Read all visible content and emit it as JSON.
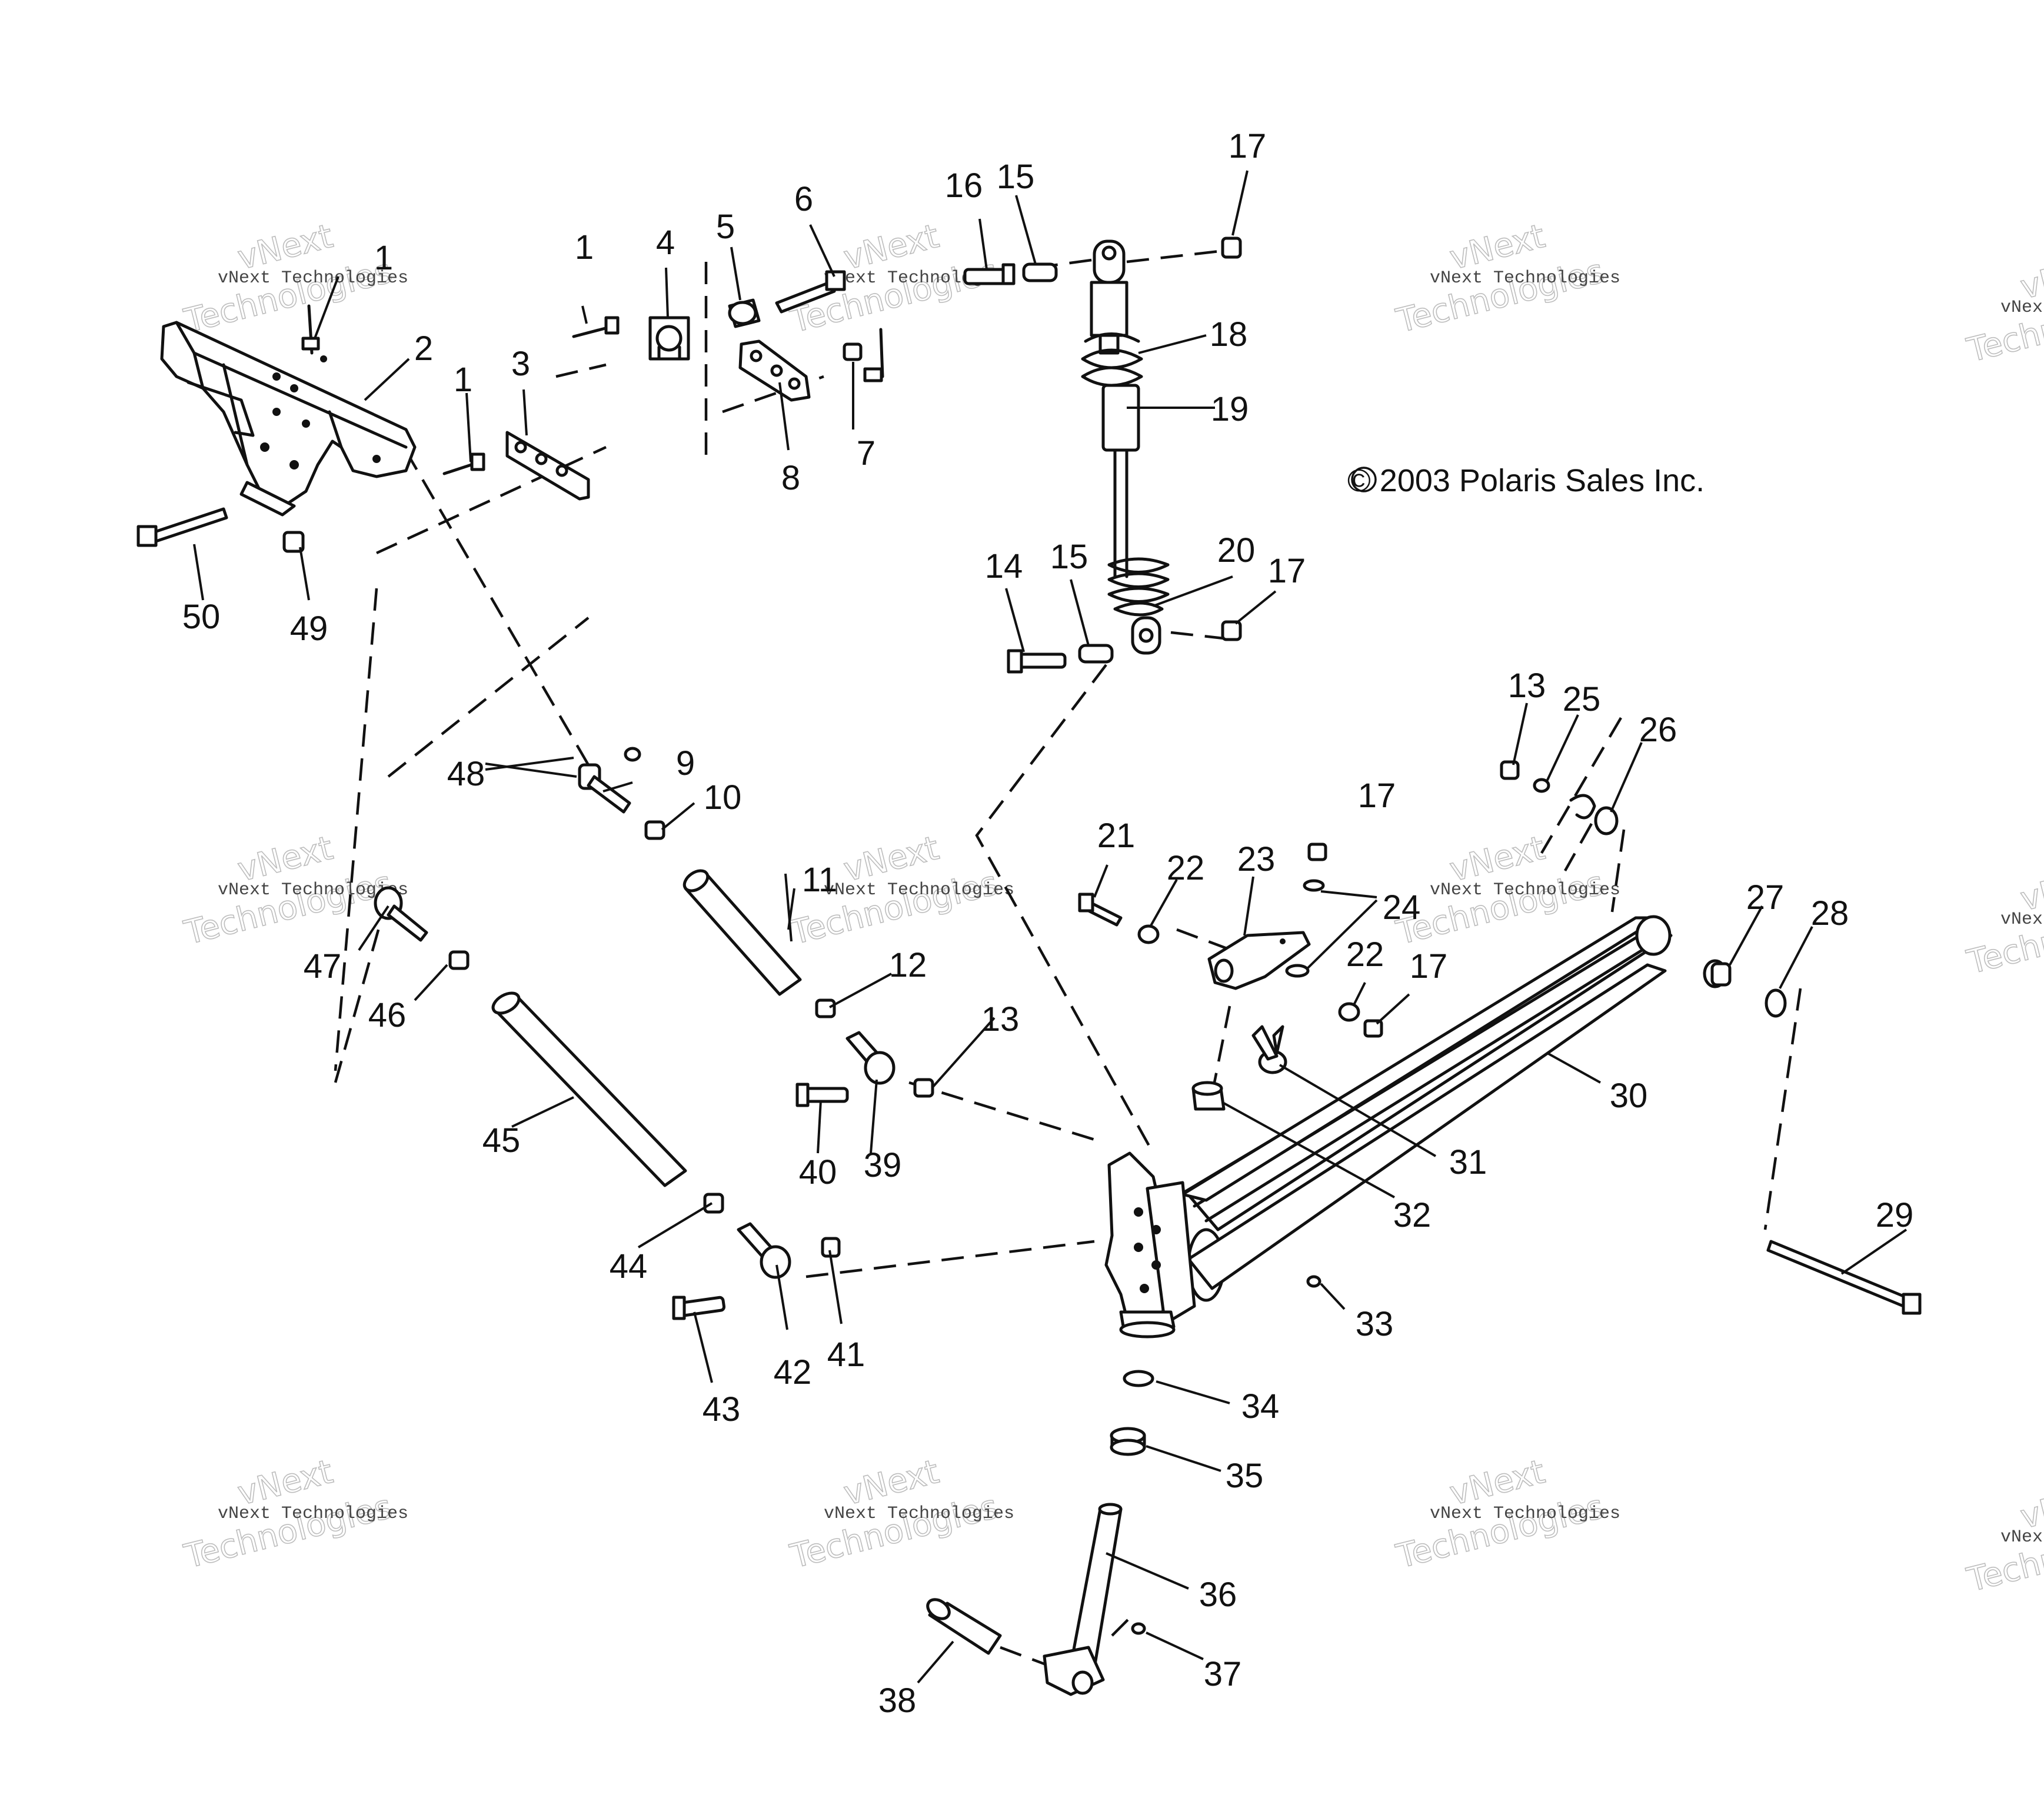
{
  "copyright": "© 2003 Polaris Sales Inc.",
  "watermark": {
    "brand": "vNext",
    "line1": "vNext Technologies",
    "line2": "Technologies"
  },
  "callouts": [
    "1",
    "1",
    "1",
    "2",
    "3",
    "4",
    "5",
    "6",
    "7",
    "8",
    "9",
    "10",
    "11",
    "12",
    "13",
    "13",
    "14",
    "15",
    "15",
    "16",
    "17",
    "17",
    "17",
    "17",
    "18",
    "19",
    "20",
    "21",
    "22",
    "22",
    "23",
    "24",
    "25",
    "26",
    "27",
    "28",
    "29",
    "30",
    "31",
    "32",
    "33",
    "34",
    "35",
    "36",
    "37",
    "38",
    "39",
    "40",
    "41",
    "42",
    "43",
    "44",
    "45",
    "46",
    "47",
    "48",
    "49",
    "50"
  ]
}
